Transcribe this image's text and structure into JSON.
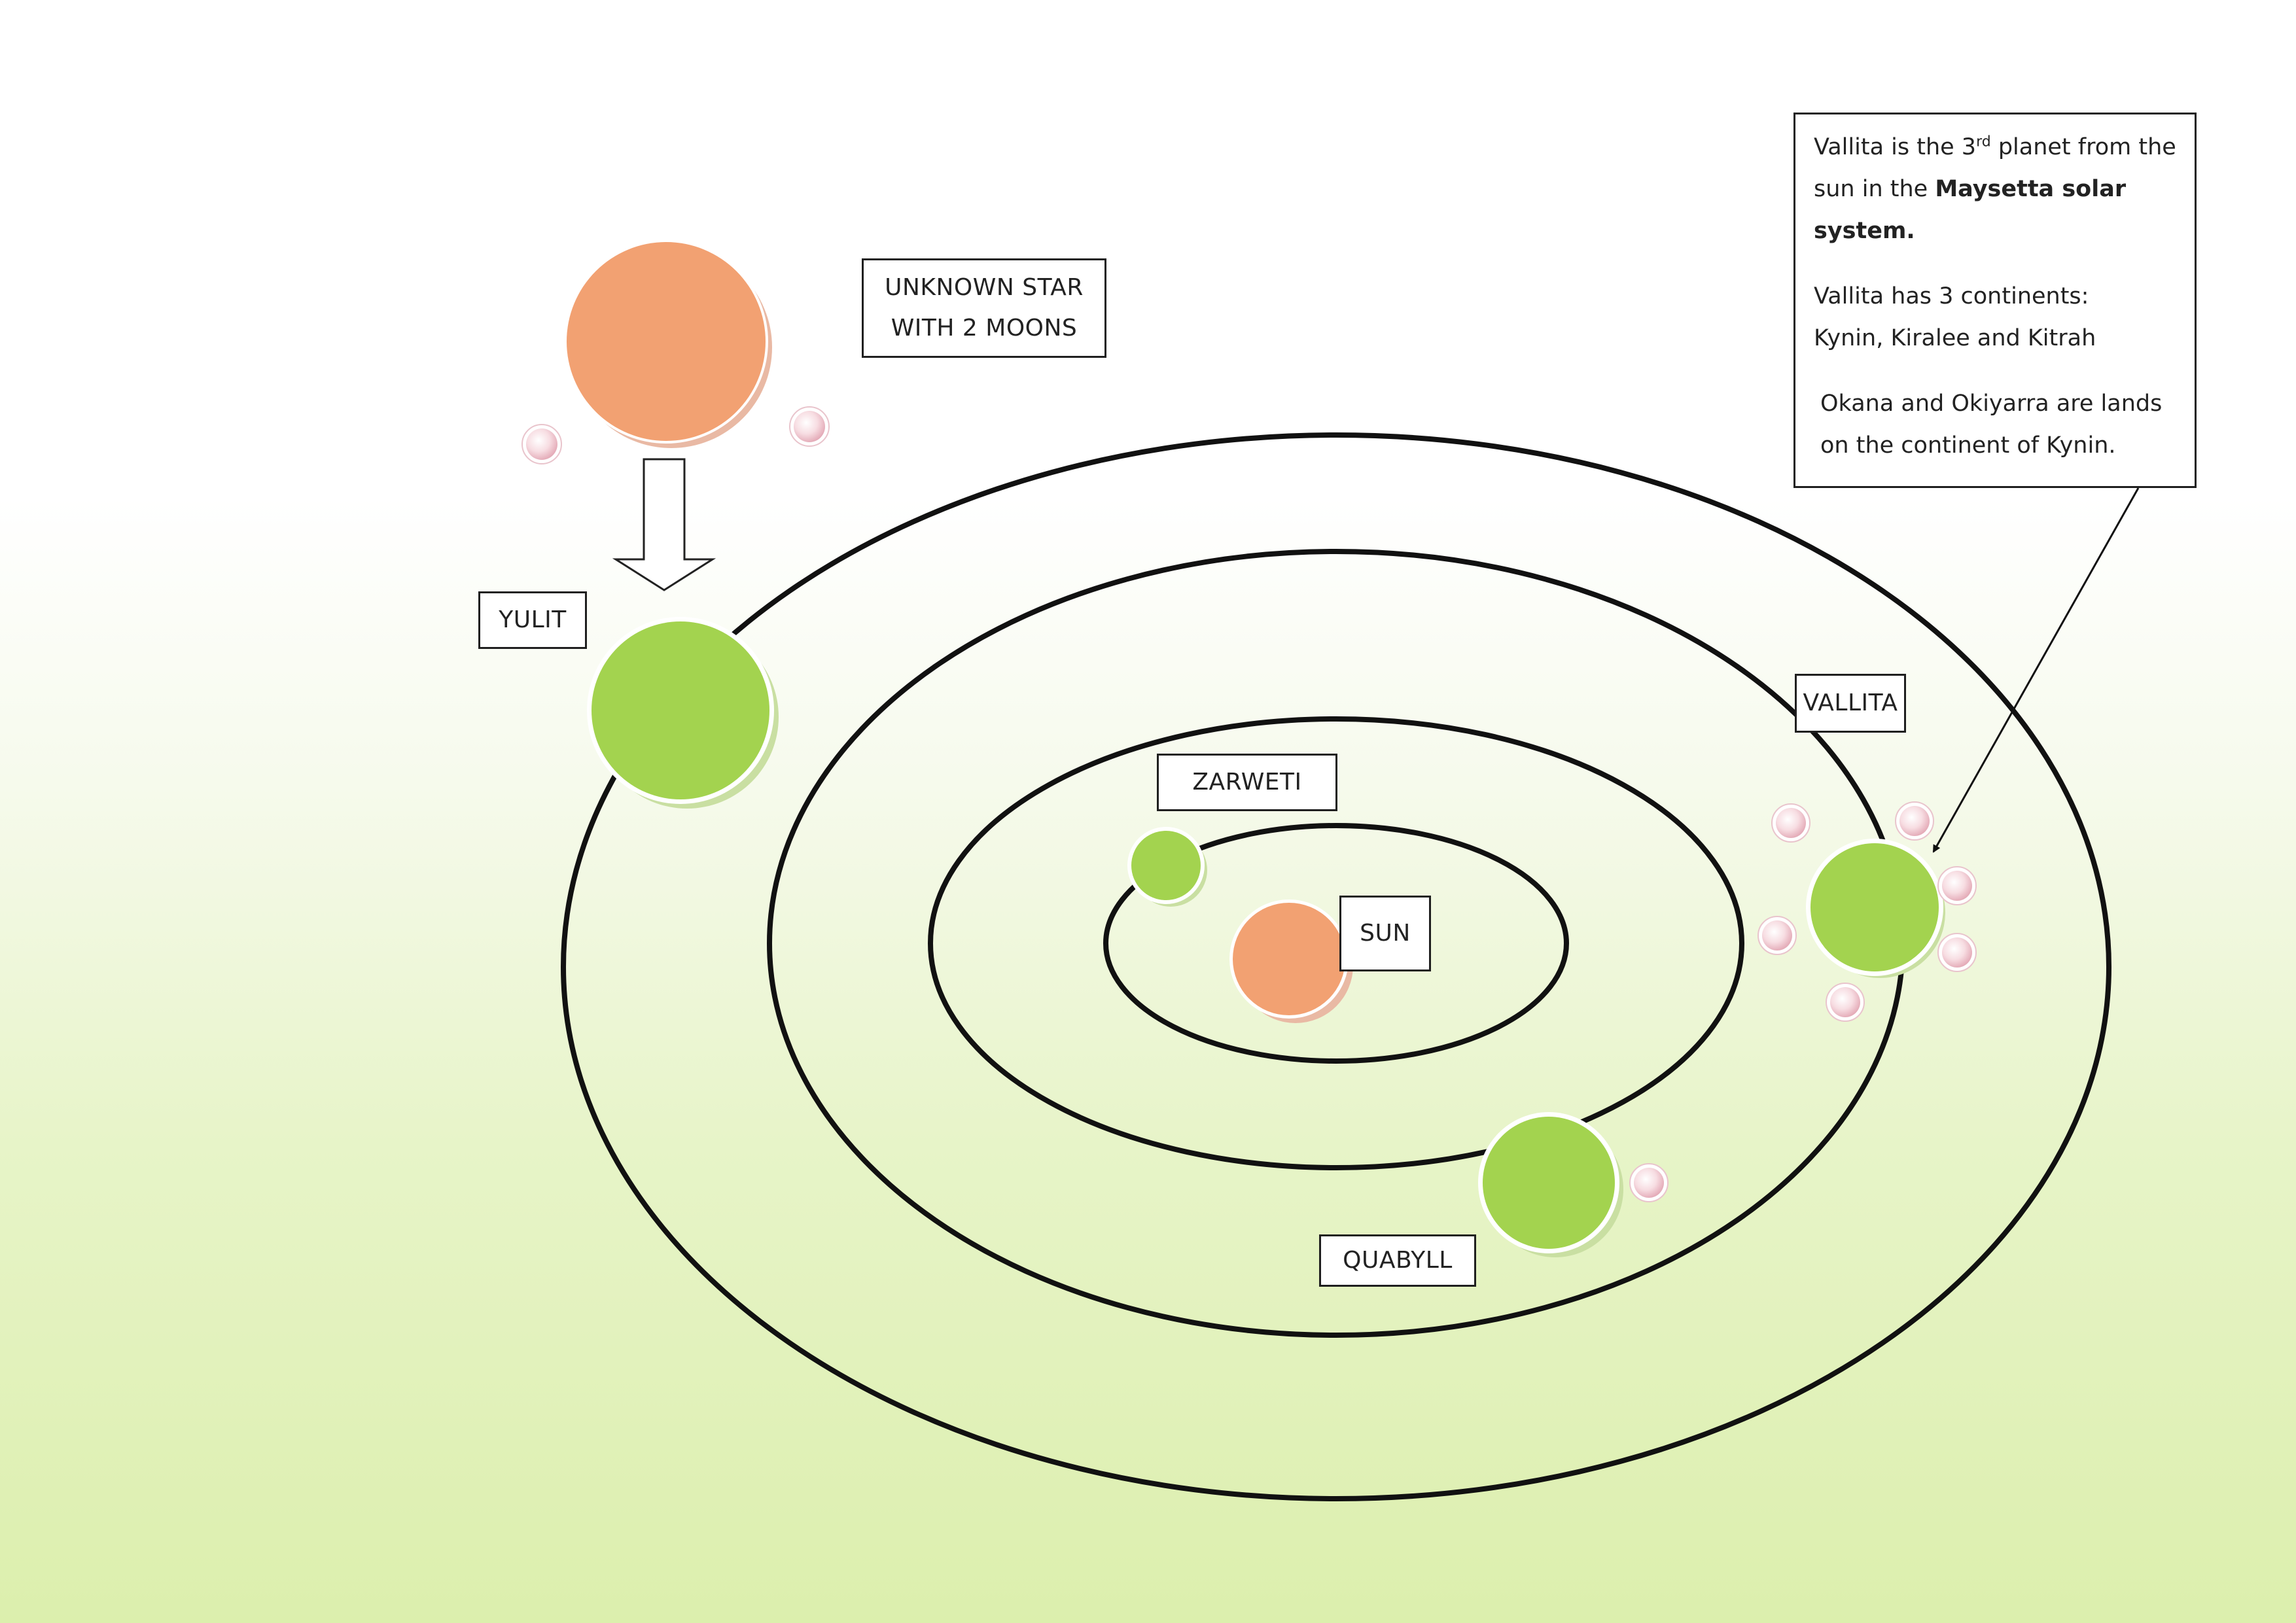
{
  "labels": {
    "unknown_star_line1": "UNKNOWN STAR",
    "unknown_star_line2": "WITH 2 MOONS",
    "yulit": "YULIT",
    "vallita": "VALLITA",
    "zarweti": "ZARWETI",
    "sun": "SUN",
    "quabyll": "QUABYLL"
  },
  "info": {
    "p1_before_sup": "Vallita is the 3",
    "p1_sup": "rd",
    "p1_after_sup": " planet from the sun in the ",
    "p1_bold": "Maysetta solar system.",
    "p2_line1": "Vallita has 3 continents:",
    "p2_line2": "Kynin, Kiralee and Kitrah",
    "p3": "Okana and Okiyarra are lands on the continent of Kynin."
  },
  "colors": {
    "star_orange": "#f2a172",
    "planet_green": "#a3d34f",
    "moon_pink": "#f7dde2",
    "orbit_line": "#111111",
    "background_green": "#dcefad"
  }
}
